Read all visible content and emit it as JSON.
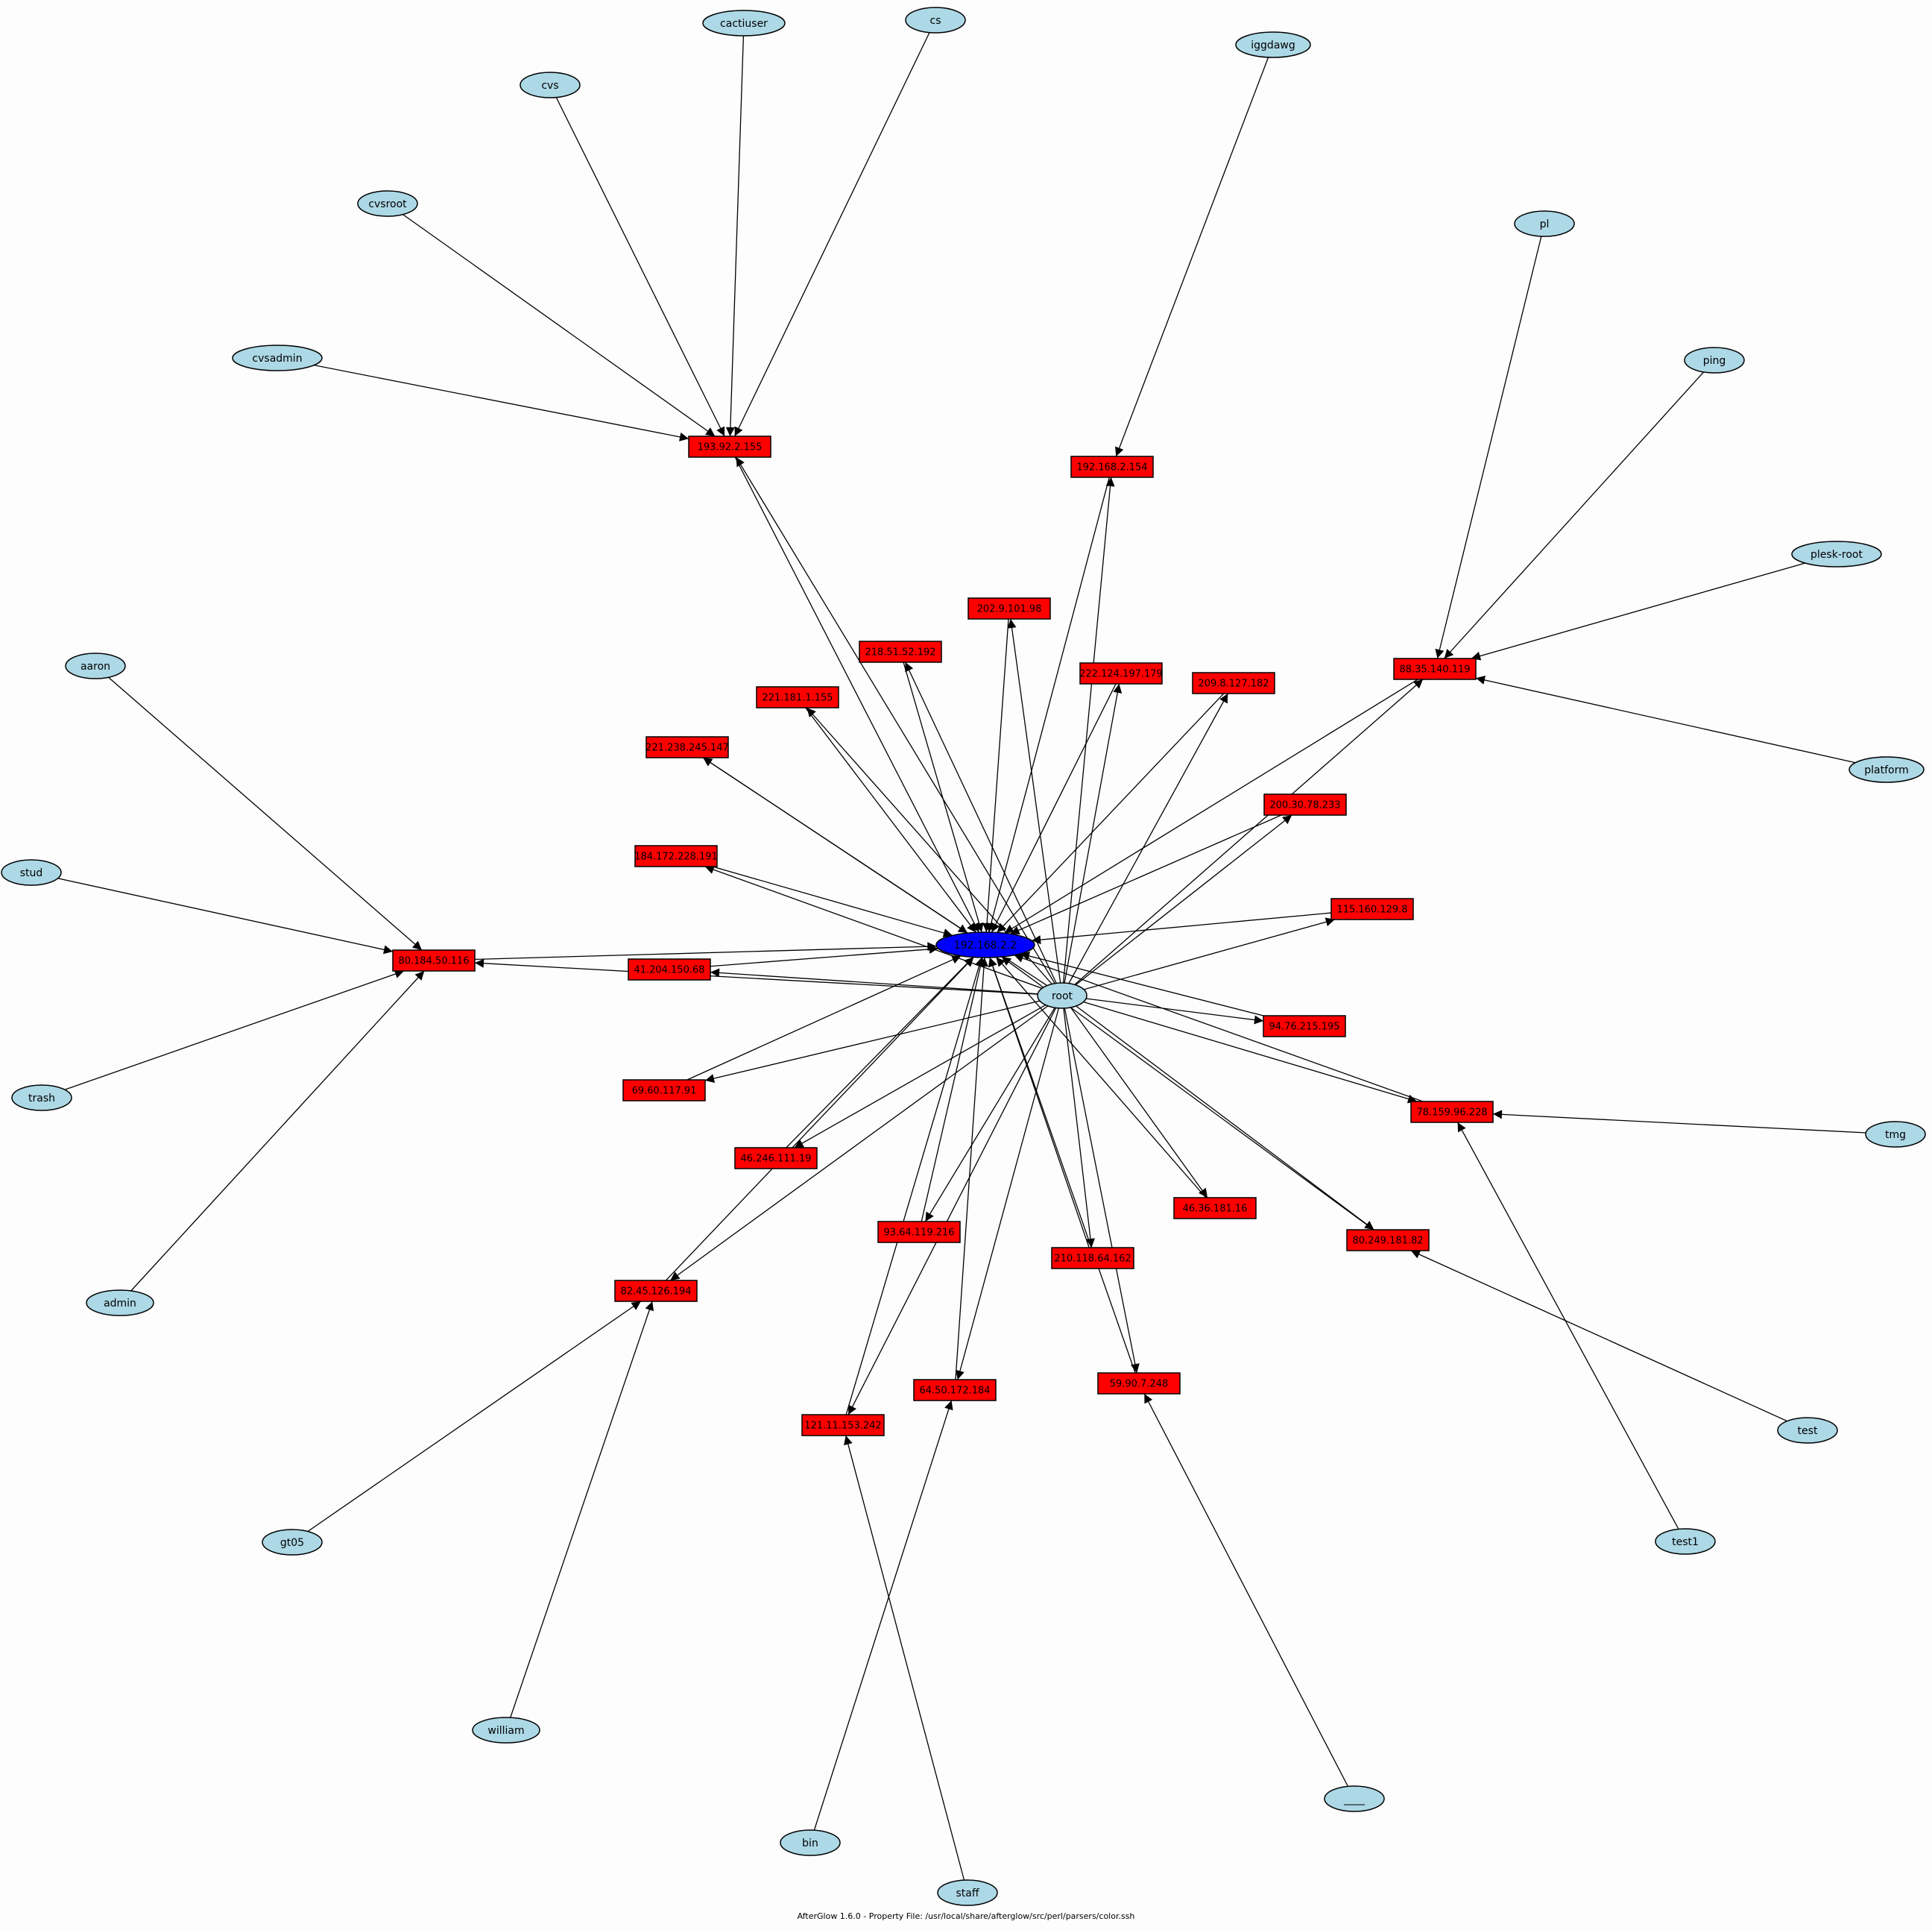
{
  "caption": "AfterGlow 1.6.0 - Property File: /usr/local/share/afterglow/src/perl/parsers/color.ssh",
  "colors": {
    "user_fill": "#add8e6",
    "source_fill": "#ff0000",
    "target_fill": "#0000ff",
    "stroke": "#000000",
    "background": "#fdfdfd"
  },
  "users": [
    "cactiuser",
    "cs",
    "cvs",
    "iggdawg",
    "cvsroot",
    "pl",
    "cvsadmin",
    "ping",
    "plesk-root",
    "aaron",
    "platform",
    "stud",
    "root",
    "trash",
    "tmg",
    "admin",
    "test",
    "test1",
    "gt05",
    "william",
    "____",
    "bin",
    "staff"
  ],
  "sources": [
    "193.92.2.155",
    "192.168.2.154",
    "202.9.101.98",
    "218.51.52.192",
    "222.124.197.179",
    "209.8.127.182",
    "221.181.1.155",
    "88.35.140.119",
    "221.238.245.147",
    "200.30.78.233",
    "184.172.228.191",
    "115.160.129.8",
    "80.184.50.116",
    "41.204.150.68",
    "94.76.215.195",
    "69.60.117.91",
    "78.159.96.228",
    "46.246.111.19",
    "46.36.181.16",
    "93.64.119.216",
    "80.249.181.82",
    "210.118.64.162",
    "82.45.126.194",
    "64.50.172.184",
    "59.90.7.248",
    "121.11.153.242"
  ],
  "target": "192.168.2.2"
}
